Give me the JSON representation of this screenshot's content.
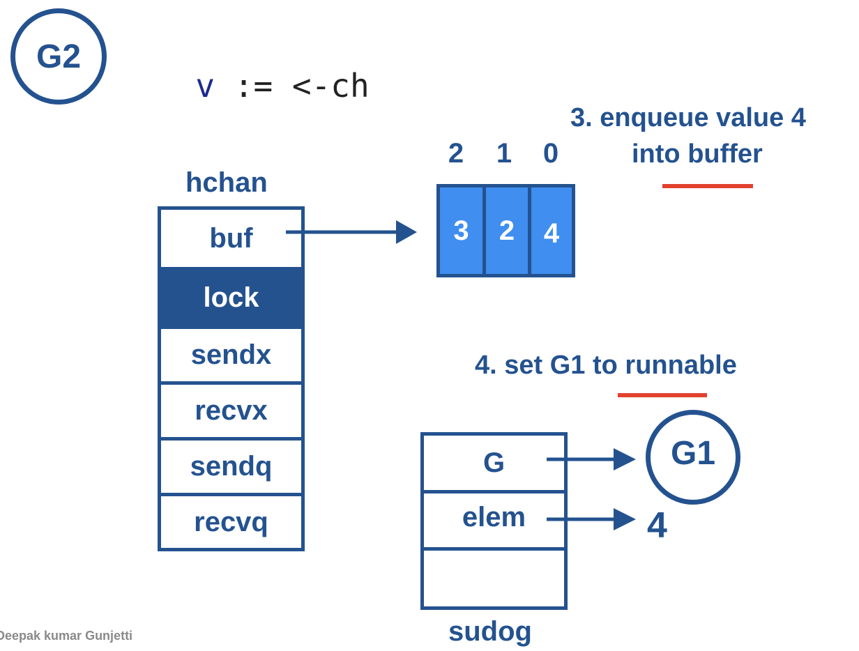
{
  "goroutine_current": "G2",
  "code": {
    "var": "v",
    "rest": " := <-ch"
  },
  "hchan": {
    "title": "hchan",
    "fields": [
      "buf",
      "lock",
      "sendx",
      "recvx",
      "sendq",
      "recvq"
    ]
  },
  "buffer": {
    "indices": [
      "2",
      "1",
      "0"
    ],
    "values": [
      "3",
      "2",
      "4"
    ]
  },
  "step3": {
    "line1": "3. enqueue value 4",
    "line2": "into buffer"
  },
  "step4": {
    "text": "4. set G1 to runnable"
  },
  "sudog": {
    "title": "sudog",
    "fields": [
      "G",
      "elem",
      ""
    ]
  },
  "goroutine_target": "G1",
  "elem_value": "4",
  "footer": "Deepak kumar Gunjetti",
  "colors": {
    "primary": "#24528f",
    "buffer": "#3f8ef0",
    "accent": "#e2412f"
  }
}
